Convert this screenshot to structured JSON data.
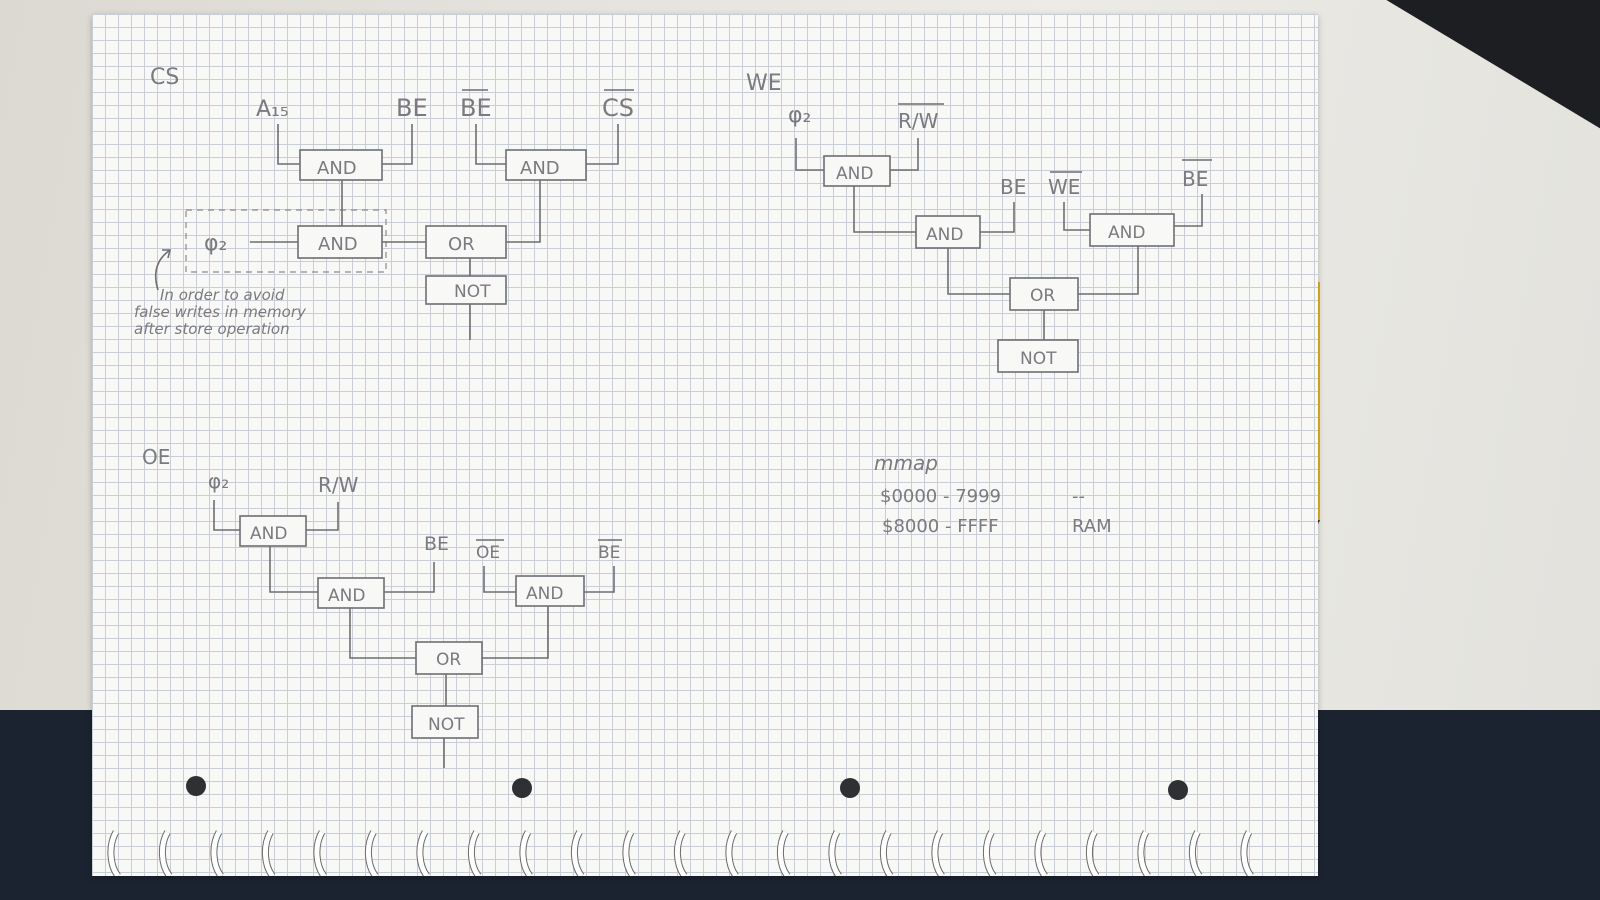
{
  "cs": {
    "title": "CS",
    "inputs": {
      "a15": "A₁₅",
      "be": "BE",
      "be_bar": "BE",
      "cs_bar": "CS",
      "phi2": "φ₂"
    },
    "gates": {
      "and1": "AND",
      "and2": "AND",
      "and3": "AND",
      "or": "OR",
      "not": "NOT"
    },
    "note": [
      "In order to avoid",
      "false writes in memory",
      "after store operation"
    ]
  },
  "we": {
    "title": "WE",
    "inputs": {
      "phi2": "φ₂",
      "rw_bar": "R/W",
      "be": "BE",
      "we_bar": "WE",
      "be_bar": "BE"
    },
    "gates": {
      "and1": "AND",
      "and2": "AND",
      "and3": "AND",
      "or": "OR",
      "not": "NOT"
    }
  },
  "oe": {
    "title": "OE",
    "inputs": {
      "phi2": "φ₂",
      "rw": "R/W",
      "be": "BE",
      "oe_bar": "OE",
      "be_bar": "BE"
    },
    "gates": {
      "and1": "AND",
      "and2": "AND",
      "and3": "AND",
      "or": "OR",
      "not": "NOT"
    }
  },
  "memory_map": {
    "title": "mmap",
    "rows": [
      {
        "range": "$0000 - 7999",
        "device": "--"
      },
      {
        "range": "$8000 - FFFF",
        "device": "RAM"
      }
    ]
  }
}
